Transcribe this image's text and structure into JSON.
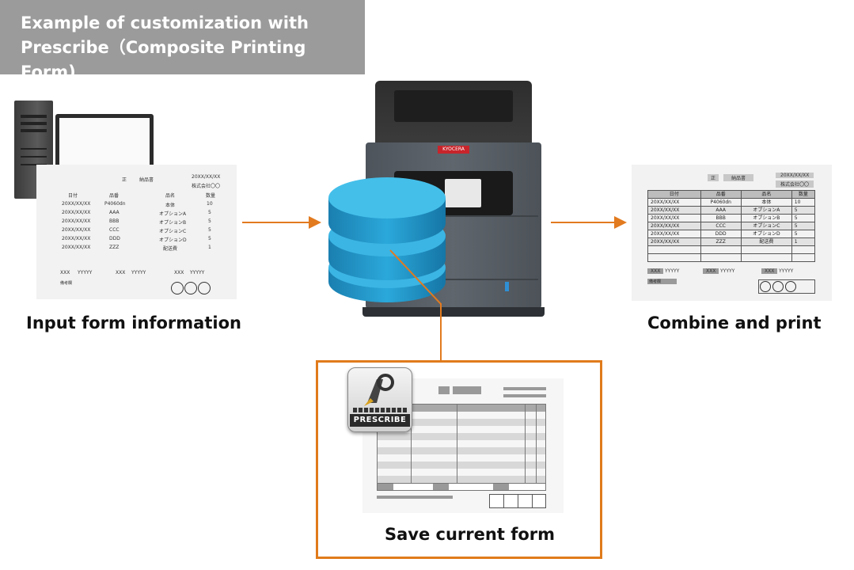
{
  "title": {
    "line1": "Example of customization with",
    "line2": "Prescribe（Composite Printing Form)"
  },
  "captions": {
    "input": "Input form information",
    "output": "Combine and print",
    "save": "Save current form"
  },
  "printer": {
    "brand": "KYOCERA"
  },
  "prescribe_logo": {
    "text": "PRESCRIBE"
  },
  "colors": {
    "arrow": "#e27a1f",
    "frame": "#e07b1b",
    "title_bg": "#9b9b9b",
    "database": "#2a9fd0"
  },
  "input_form": {
    "mark": "正",
    "doc_title": "納品書",
    "date": "20XX/XX/XX",
    "company": "株式会社〇〇",
    "headers": [
      "日付",
      "品番",
      "品名",
      "数量"
    ],
    "rows": [
      [
        "20XX/XX/XX",
        "P4060dn",
        "本体",
        "10"
      ],
      [
        "20XX/XX/XX",
        "AAA",
        "オプションA",
        "5"
      ],
      [
        "20XX/XX/XX",
        "BBB",
        "オプションB",
        "5"
      ],
      [
        "20XX/XX/XX",
        "CCC",
        "オプションC",
        "5"
      ],
      [
        "20XX/XX/XX",
        "DDD",
        "オプションD",
        "5"
      ],
      [
        "20XX/XX/XX",
        "ZZZ",
        "配送費",
        "1"
      ]
    ],
    "footer": [
      "XXX",
      "YYYYY",
      "XXX",
      "YYYYY",
      "XXX",
      "YYYYY"
    ],
    "note": "備考欄"
  },
  "output_form": {
    "mark": "正",
    "doc_title": "納品書",
    "date": "20XX/XX/XX",
    "company": "株式会社〇〇",
    "headers": [
      "日付",
      "品番",
      "品名",
      "数量"
    ],
    "rows": [
      [
        "20XX/XX/XX",
        "P4060dn",
        "本体",
        "10"
      ],
      [
        "20XX/XX/XX",
        "AAA",
        "オプションA",
        "5"
      ],
      [
        "20XX/XX/XX",
        "BBB",
        "オプションB",
        "5"
      ],
      [
        "20XX/XX/XX",
        "CCC",
        "オプションC",
        "5"
      ],
      [
        "20XX/XX/XX",
        "DDD",
        "オプションD",
        "5"
      ],
      [
        "20XX/XX/XX",
        "ZZZ",
        "配送費",
        "1"
      ]
    ],
    "footer": [
      "XXX",
      "YYYYY",
      "XXX",
      "YYYYY",
      "XXX",
      "YYYYY"
    ],
    "note": "備考欄"
  }
}
